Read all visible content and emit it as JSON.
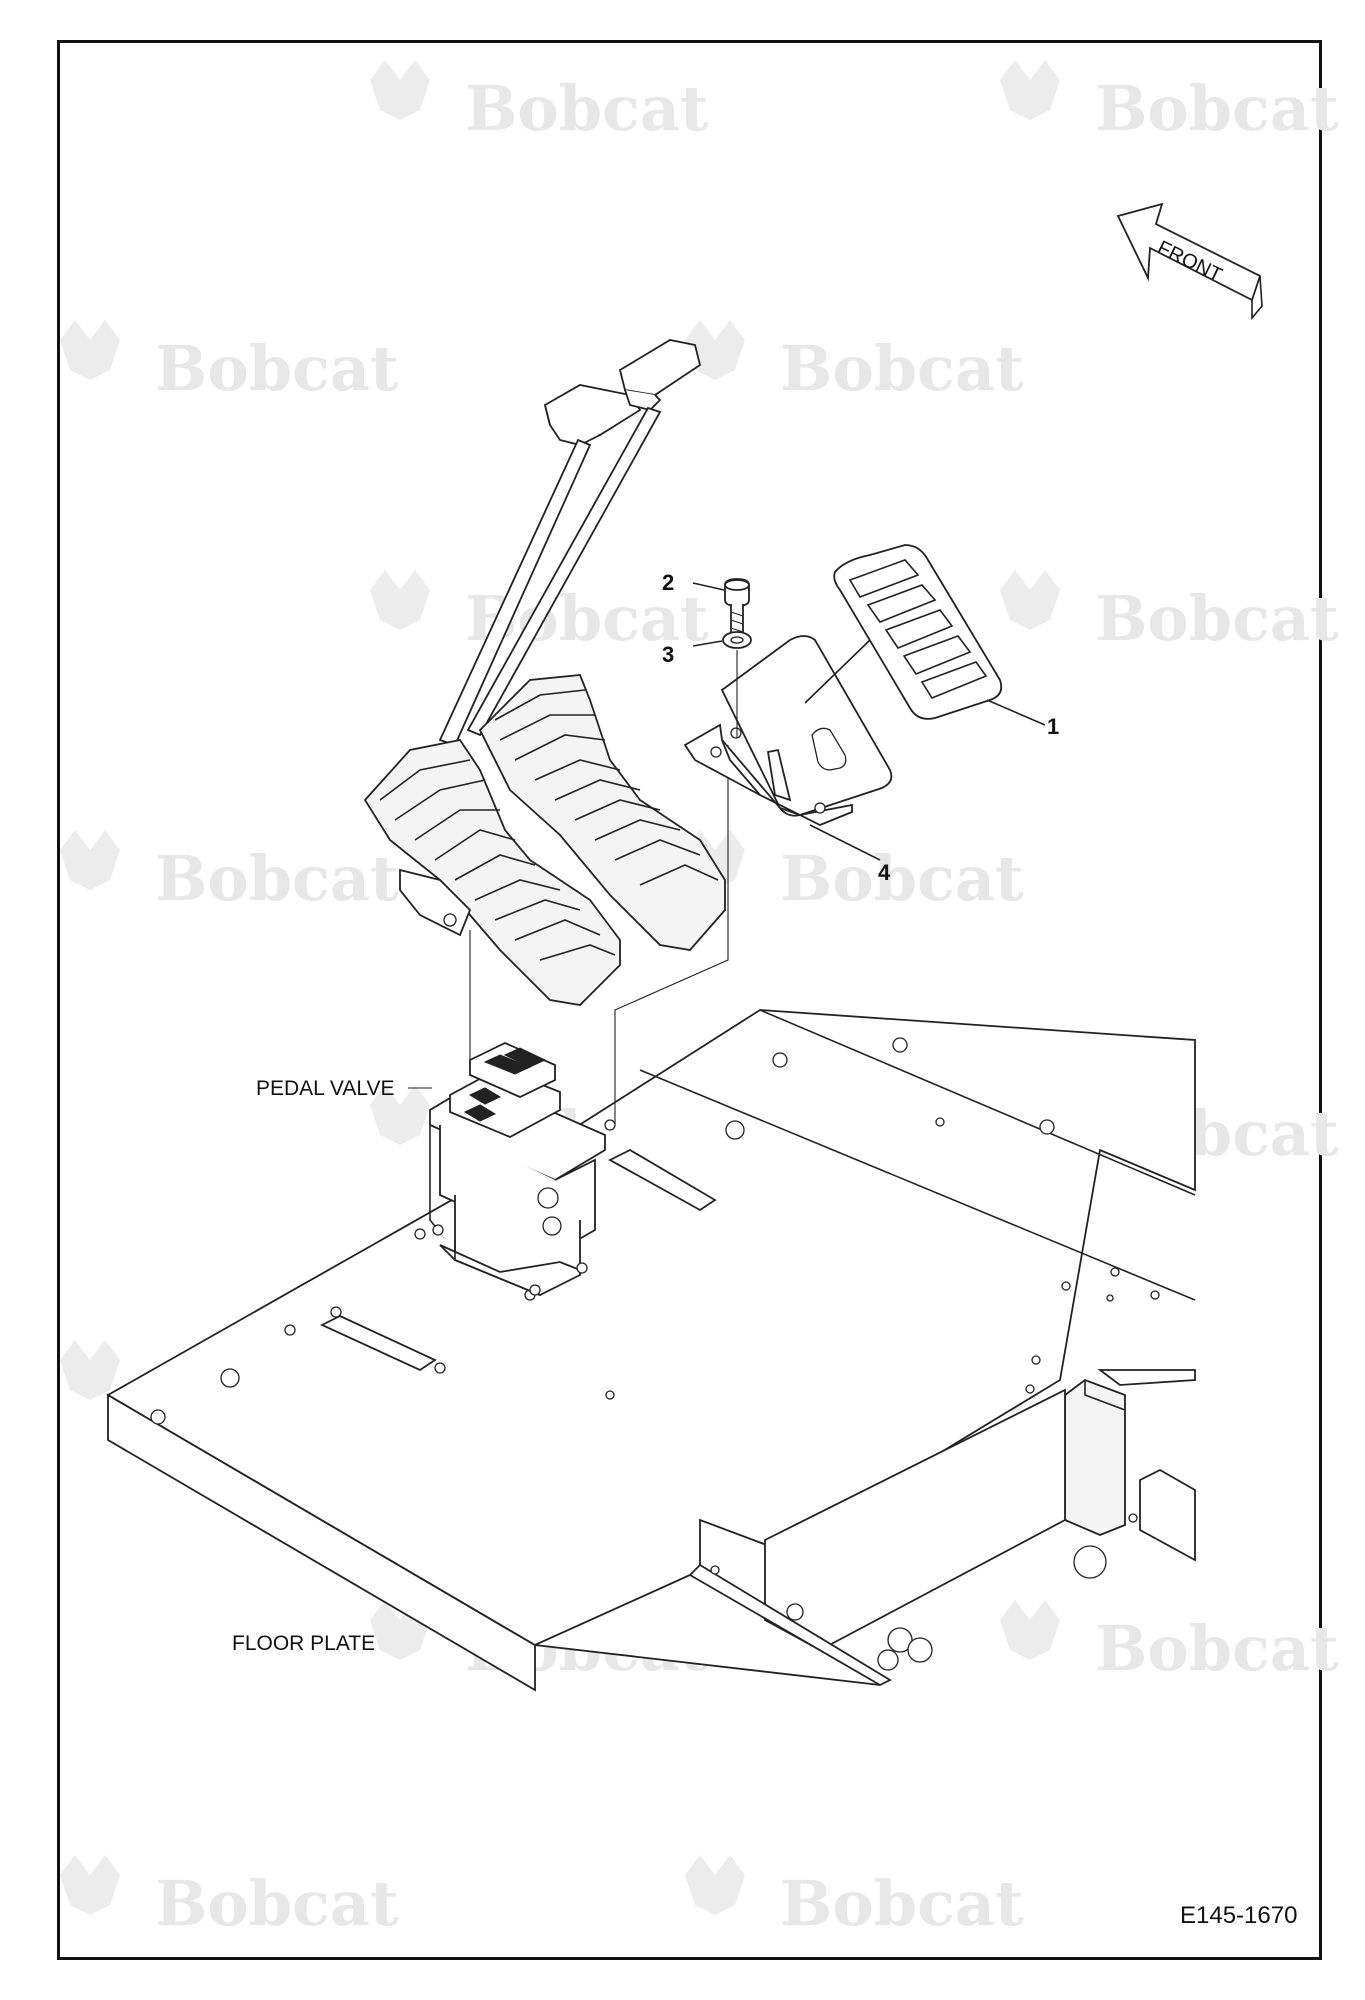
{
  "diagram": {
    "watermark": {
      "brand": "Bobcat",
      "mark": "."
    },
    "arrow_label": "FRONT",
    "callouts": [
      "1",
      "2",
      "3",
      "4"
    ],
    "labels": {
      "pedal_valve": "PEDAL VALVE",
      "floor_plate": "FLOOR PLATE"
    },
    "figure_id": "E145-1670",
    "colors": {
      "line": "#222222",
      "watermark": "#e7e7e7",
      "background": "#ffffff"
    }
  }
}
